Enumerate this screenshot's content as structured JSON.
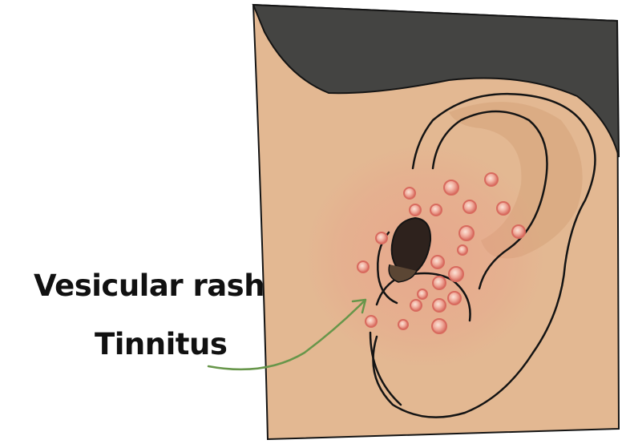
{
  "illustration": {
    "subject": "ear-with-vesicular-rash",
    "colors": {
      "background": "#ffffff",
      "skin": "#e3b892",
      "skin_shadow": "#d7a77f",
      "hair": "#444442",
      "outline": "#141414",
      "canal": "#2e221d",
      "rash_glow": "#eb9a88",
      "vesicle_ring": "#d86a5e",
      "vesicle_fill": "#f2b4a4",
      "arrow": "#67964a"
    }
  },
  "labels": {
    "vesicular_rash": "Vesicular rash",
    "tinnitus": "Tinnitus"
  }
}
